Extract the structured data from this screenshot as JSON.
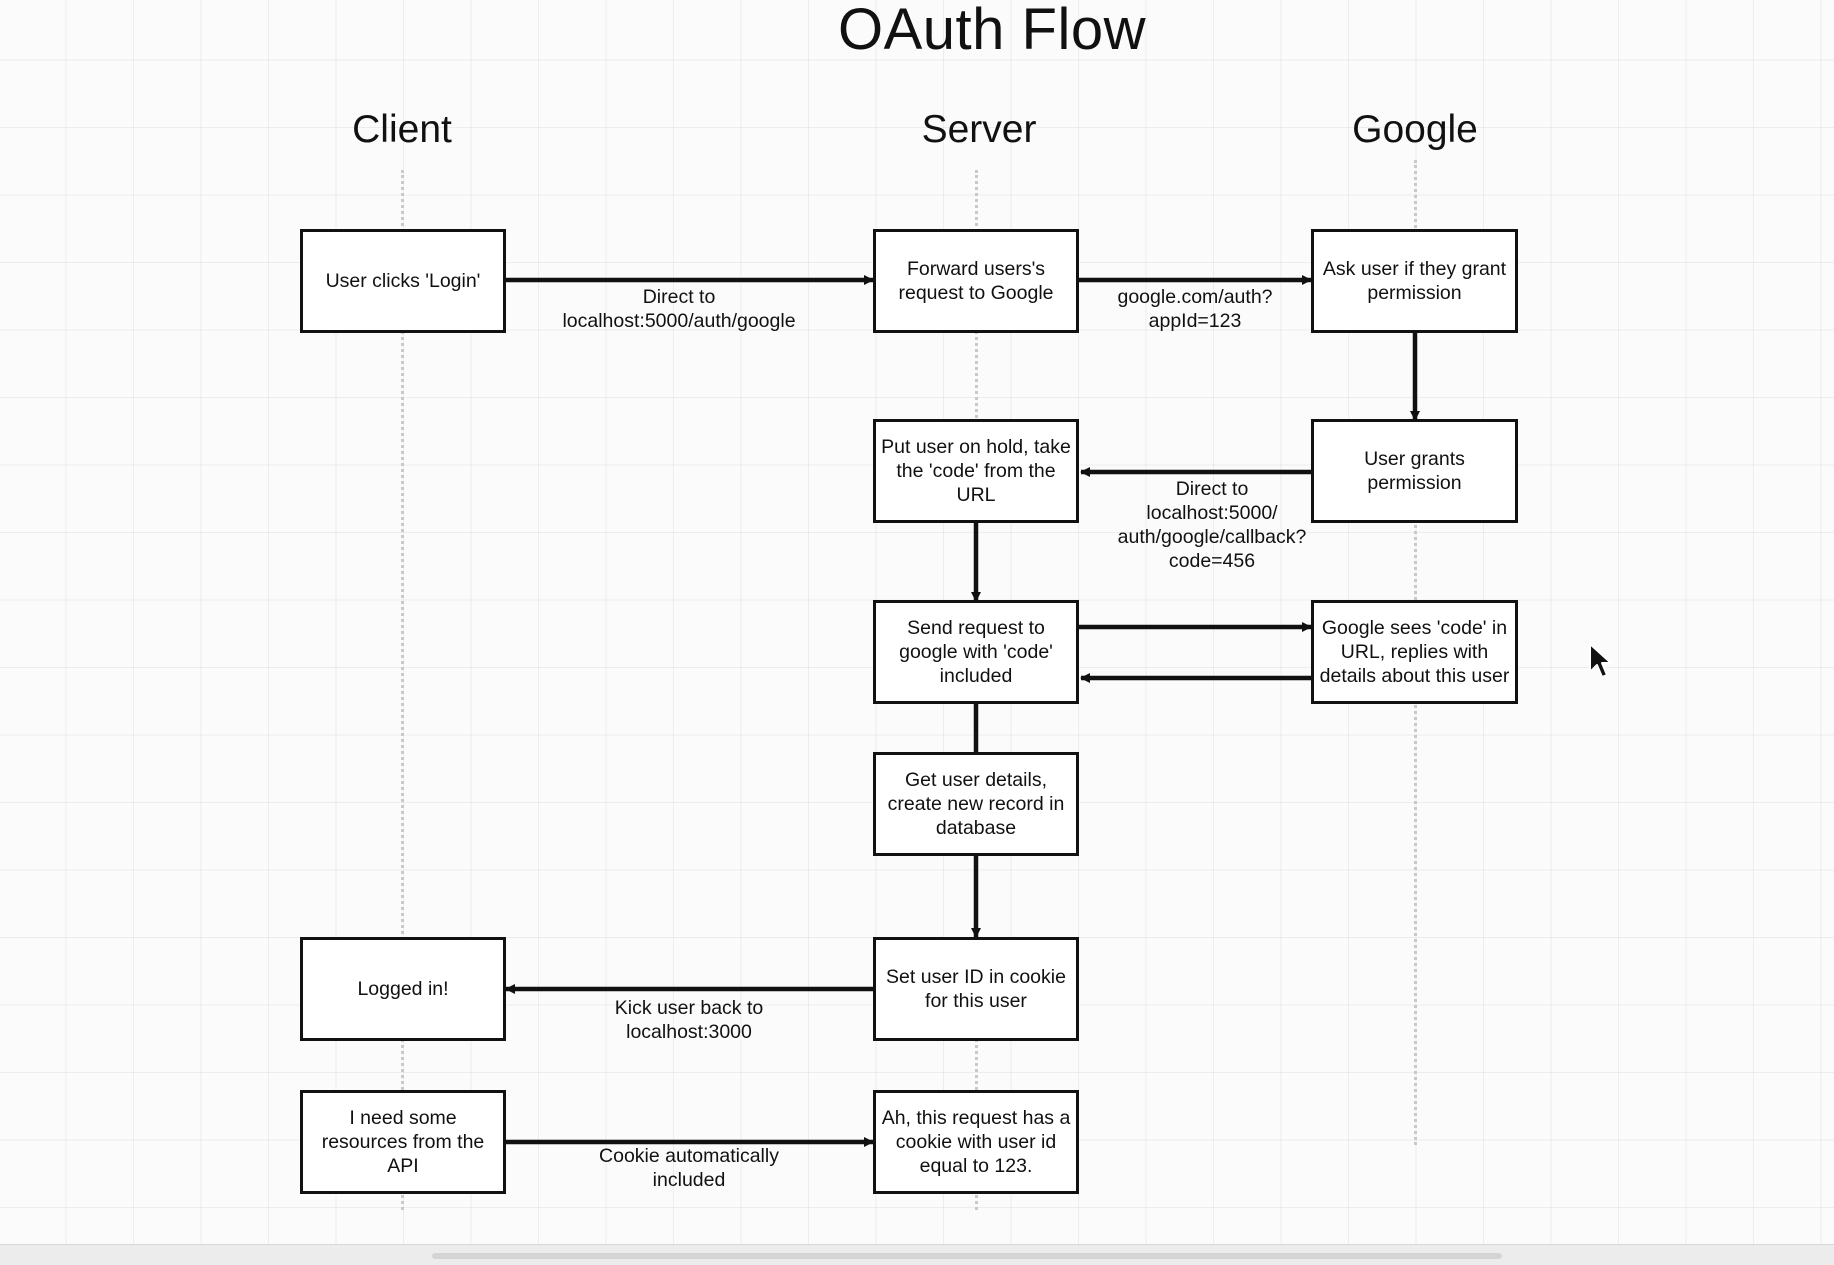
{
  "diagram": {
    "title": "OAuth Flow",
    "columns": {
      "client": "Client",
      "server": "Server",
      "google": "Google"
    },
    "nodes": {
      "user_clicks_login": "User clicks 'Login'",
      "forward_request": "Forward users's\nrequest to Google",
      "ask_permission": "Ask user if they grant\npermission",
      "user_grants": "User grants\npermission",
      "put_on_hold": "Put user on hold, take\nthe 'code' from the\nURL",
      "send_request": "Send request to\ngoogle with 'code'\nincluded",
      "google_sees_code": "Google sees 'code' in\nURL, replies with\ndetails about this user",
      "get_user_details": "Get user details,\ncreate new record in\ndatabase",
      "set_cookie": "Set user ID in cookie\nfor this user",
      "logged_in": "Logged in!",
      "need_resources": "I need some\nresources from the\nAPI",
      "cookie_has_id": "Ah, this request has a\ncookie with user id\nequal to 123."
    },
    "edge_labels": {
      "direct_auth_google": "Direct to\nlocalhost:5000/auth/google",
      "google_auth_appid": "google.com/auth?\nappId=123",
      "direct_callback": "Direct to\nlocalhost:5000/\nauth/google/callback?\ncode=456",
      "kick_back": "Kick user back to\nlocalhost:3000",
      "cookie_included": "Cookie automatically\nincluded"
    }
  }
}
